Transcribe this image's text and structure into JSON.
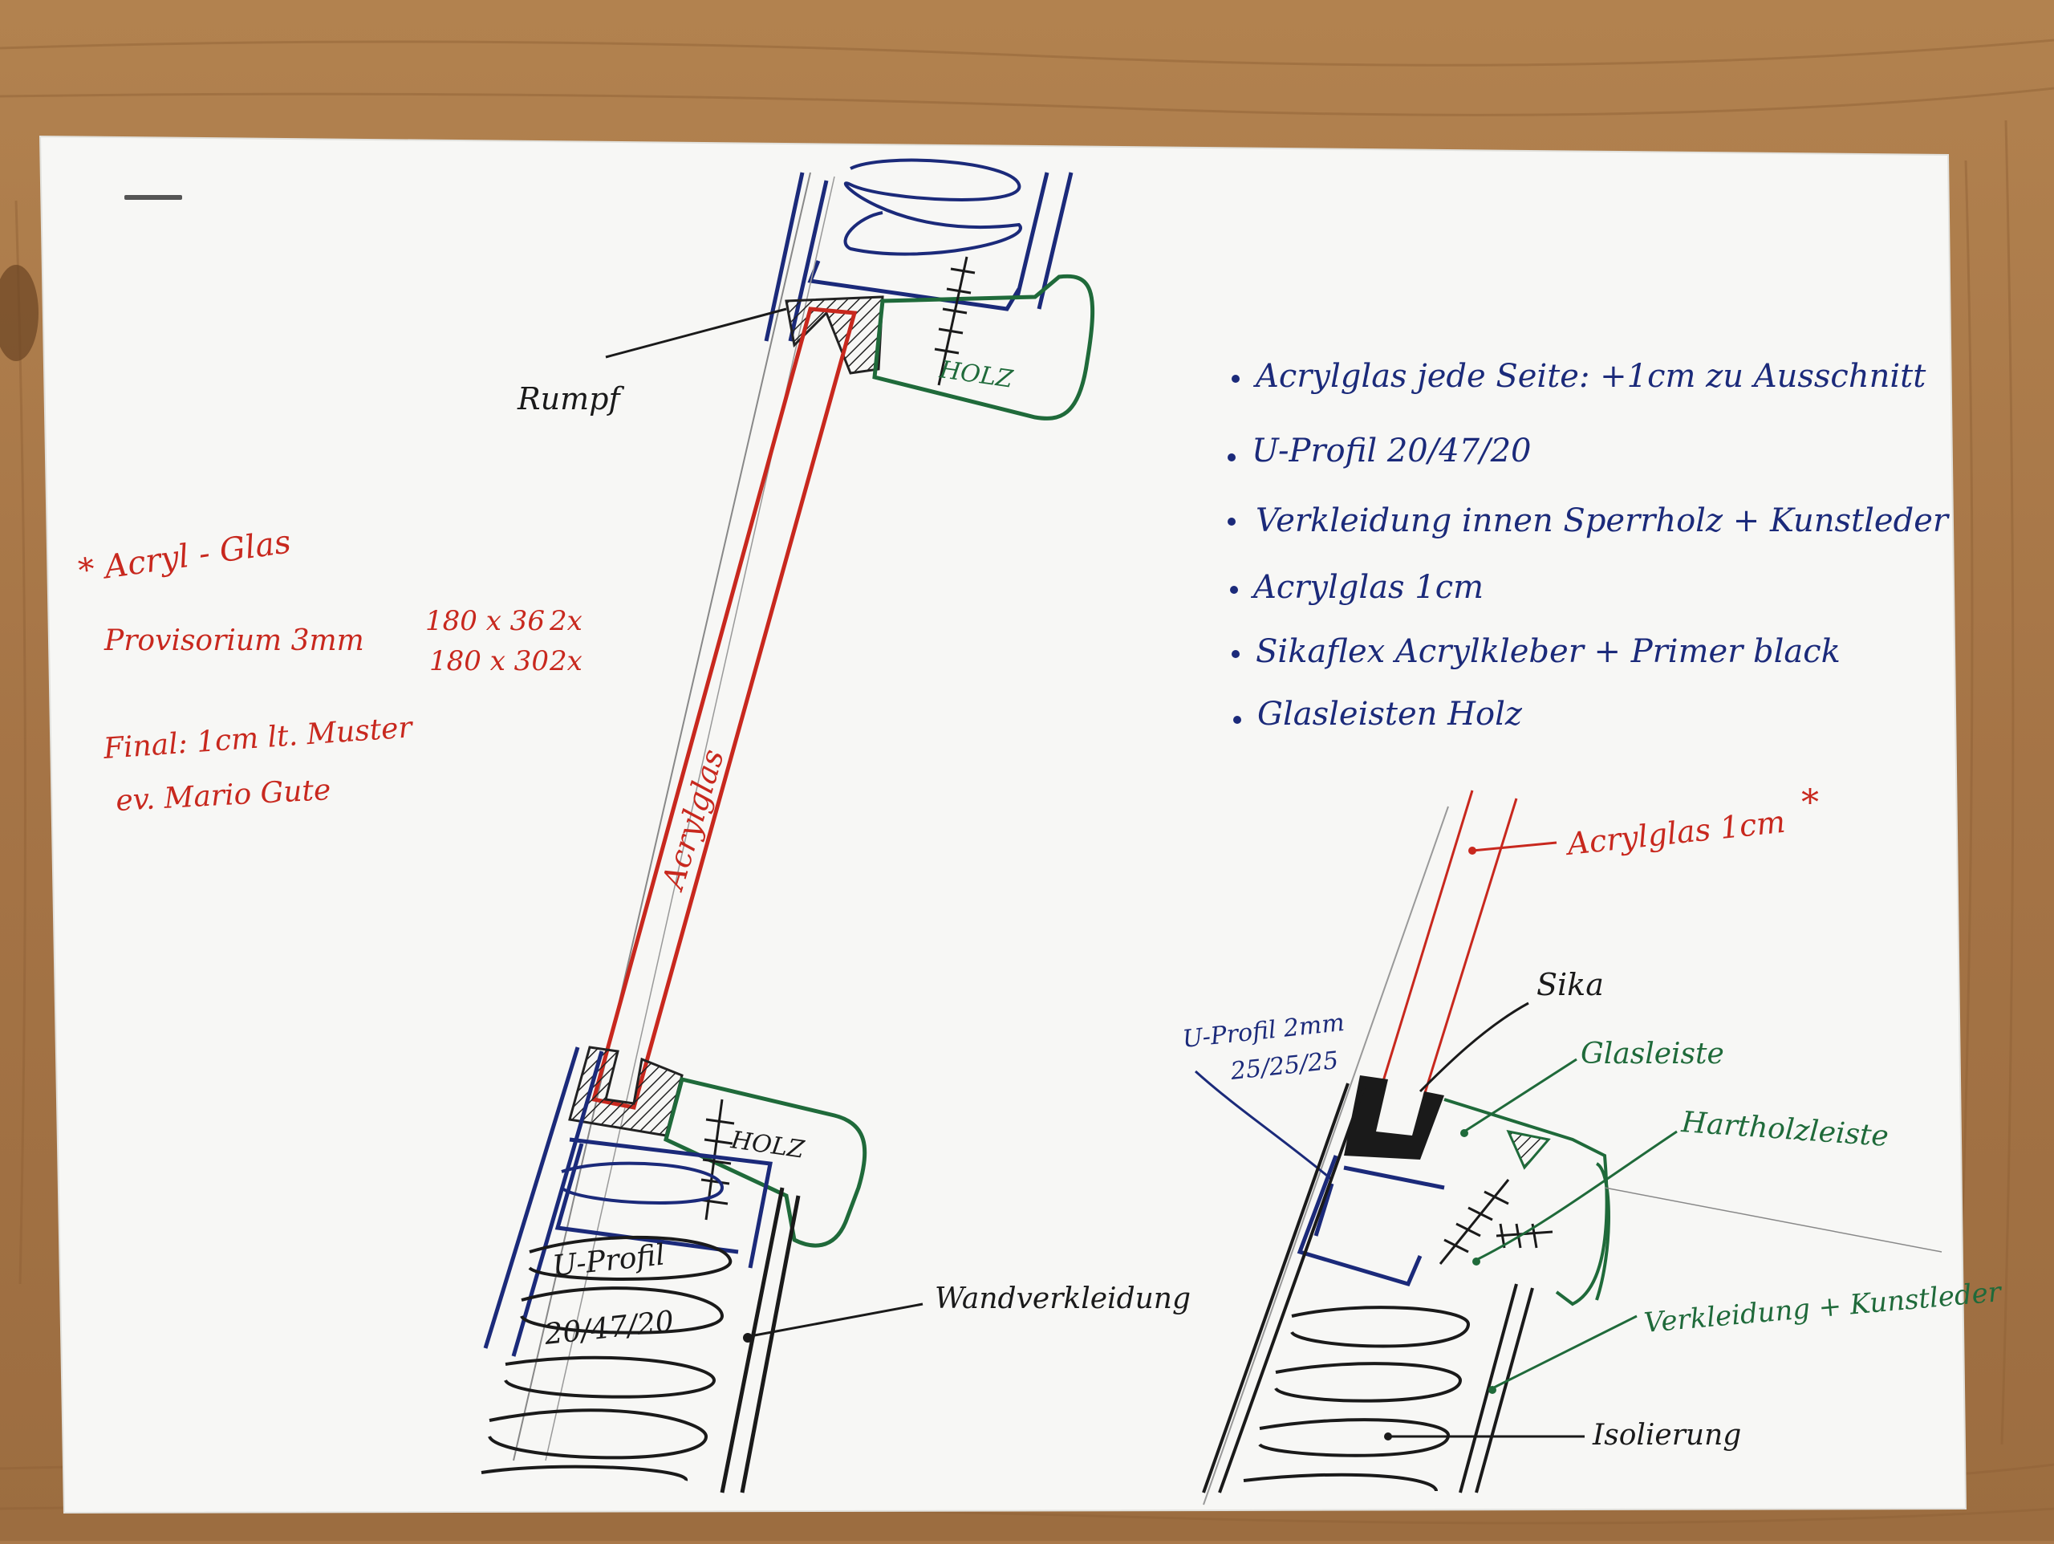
{
  "colors": {
    "table": "#a9784a",
    "paper": "#f7f7f5",
    "ink_blue": "#1b2a7a",
    "ink_red": "#c8281e",
    "ink_green": "#1f6a3a",
    "ink_black": "#1a1a1a"
  },
  "notes": {
    "star_heading": "* Acryl - Glas",
    "provisorium_label": "Provisorium 3mm",
    "provisorium_row1_size": "180 x 36",
    "provisorium_row1_qty": "2x",
    "provisorium_row2_size": "180 x 30",
    "provisorium_row2_qty": "2x",
    "final_line": "Final: 1cm lt. Muster",
    "final_line2": "ev. Mario Gute"
  },
  "bullets": [
    "Acrylglas jede Seite: +1cm zu Ausschnitt",
    "U-Profil 20/47/20",
    "Verkleidung innen Sperrholz + Kunstleder",
    "Acrylglas 1cm",
    "Sikaflex Acrylkleber + Primer black",
    "Glasleisten Holz"
  ],
  "left_drawing": {
    "rumpf": "Rumpf",
    "holz_top": "HOLZ",
    "acrylglas": "Acrylglas",
    "holz_bottom": "HOLZ",
    "u_profil": "U-Profil",
    "u_profil_dims": "20/47/20",
    "wandverkleidung": "Wandverkleidung"
  },
  "right_drawing": {
    "acrylglas_1cm": "Acrylglas 1cm",
    "star": "*",
    "sika": "Sika",
    "u_profil_line1": "U-Profil 2mm",
    "u_profil_line2": "25/25/25",
    "glasleiste": "Glasleiste",
    "hartholzleiste": "Hartholzleiste",
    "verkleidung": "Verkleidung + Kunstleder",
    "isolierung": "Isolierung"
  }
}
